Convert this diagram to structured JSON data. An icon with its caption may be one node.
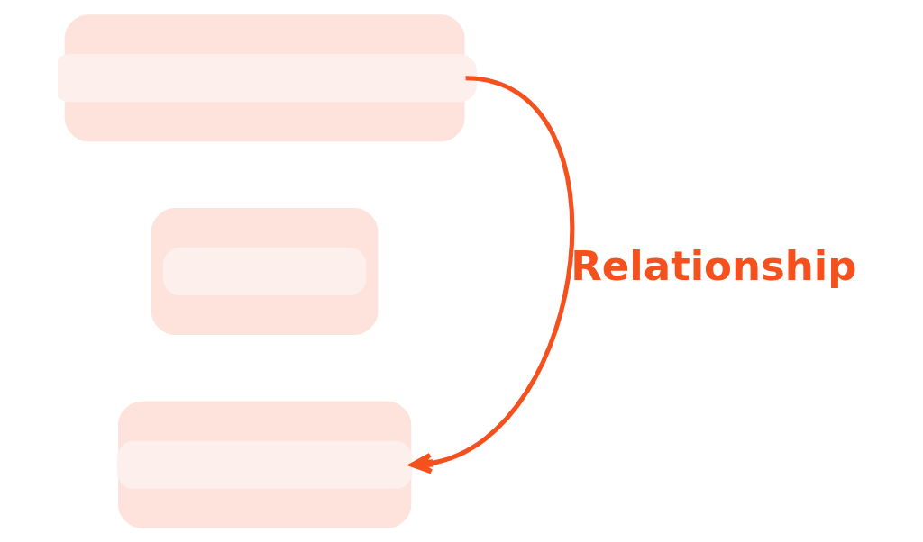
{
  "diagram": {
    "nodes": [
      {
        "text": [],
        "shape": "box"
      },
      {
        "text": [],
        "shape": "box"
      },
      {
        "text": [],
        "shape": "box"
      }
    ],
    "edges": [
      {
        "from": 0,
        "to": 2,
        "arrow": "to",
        "label": "Relationship"
      }
    ]
  }
}
